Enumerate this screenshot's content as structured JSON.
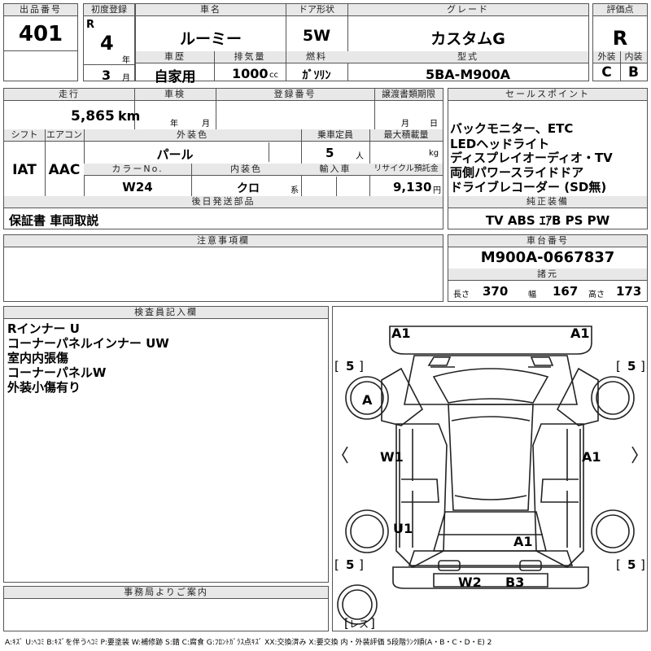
{
  "lot": {
    "header": "出品番号",
    "value": "401"
  },
  "first_reg": {
    "header": "初度登録",
    "era": "R",
    "year_value": "4",
    "year_unit": "年",
    "month_value": "3",
    "month_unit": "月"
  },
  "car_name": {
    "header": "車名",
    "value": "ルーミー"
  },
  "door": {
    "header": "ドア形状",
    "value": "5W"
  },
  "grade": {
    "header": "グレード",
    "value": "カスタムG"
  },
  "score": {
    "header": "評価点",
    "value": "R",
    "ext_header": "外装",
    "int_header": "内装",
    "ext_value": "C",
    "int_value": "B"
  },
  "history": {
    "header": "車歴",
    "value": "自家用"
  },
  "displacement": {
    "header": "排気量",
    "value": "1000",
    "unit": "cc"
  },
  "fuel": {
    "header": "燃料",
    "value": "ｶﾞｿﾘﾝ"
  },
  "model": {
    "header": "型式",
    "value": "5BA-M900A"
  },
  "mileage": {
    "header": "走行",
    "value": "5,865",
    "unit": "km"
  },
  "inspection": {
    "header": "車検",
    "year_unit": "年",
    "month_unit": "月"
  },
  "registration": {
    "header": "登録番号"
  },
  "transfer": {
    "header": "譲渡書類期限",
    "month_unit": "月",
    "day_unit": "日"
  },
  "shift": {
    "header": "シフト",
    "value": "IAT"
  },
  "aircon": {
    "header": "エアコン",
    "value": "AAC"
  },
  "ext_color": {
    "header": "外装色",
    "value": "パール"
  },
  "capacity": {
    "header": "乗車定員",
    "value": "5",
    "unit": "人"
  },
  "max_load": {
    "header": "最大積載量",
    "unit": "kg"
  },
  "color_no": {
    "header": "カラーNo.",
    "value": "W24"
  },
  "int_color": {
    "header": "内装色",
    "value": "クロ",
    "unit": "系"
  },
  "import": {
    "header": "輸入車"
  },
  "recycle": {
    "header": "リサイクル預託金",
    "value": "9,130",
    "unit": "円"
  },
  "later_items": {
    "header": "後日発送部品",
    "value": "保証書 車両取説"
  },
  "sales": {
    "header": "セールスポイント",
    "lines": [
      "バックモニター、ETC",
      "LEDヘッドライト",
      "ディスプレイオーディオ・TV",
      "両側パワースライドドア",
      "ドライブレコーダー (SD無)"
    ]
  },
  "equipment": {
    "header": "純正装備",
    "value": "TV ABS ｴｱB PS PW"
  },
  "chassis": {
    "header": "車台番号",
    "value": "M900A-0667837"
  },
  "specs": {
    "header": "諸元",
    "length_label": "長さ",
    "length": "370",
    "width_label": "幅",
    "width": "167",
    "height_label": "高さ",
    "height": "173"
  },
  "notes": {
    "header": "注意事項欄"
  },
  "inspector": {
    "header": "検査員記入欄",
    "lines": [
      "Rインナー U",
      "コーナーパネルインナー UW",
      "室内内張傷",
      "コーナーパネルW",
      "外装小傷有り"
    ]
  },
  "office": {
    "header": "事務局よりご案内"
  },
  "diagram": {
    "front_left": "A1",
    "front_right": "A1",
    "tire_fl": "5",
    "tire_fr": "5",
    "tire_rl": "5",
    "tire_rr": "5",
    "wheel_fl": "A",
    "left_mid": "W1",
    "right_mid": "A1",
    "left_rear": "U1",
    "rear_panel": "A1",
    "rear_left": "W2",
    "rear_right": "B3",
    "spare": "レス",
    "bracket_open": "[",
    "bracket_close": "]"
  },
  "legend": "A:ｷｽﾞ U:ﾍｺﾐ B:ｷｽﾞを伴うﾍｺﾐ P:要塗装 W:補修跡 S:錆 C:腐食 G:ﾌﾛﾝﾄｶﾞﾗｽ点ｷｽﾞ XX:交換済み X:要交換 内・外装評価 5段階ﾗﾝｸ順(A・B・C・D・E) 2"
}
